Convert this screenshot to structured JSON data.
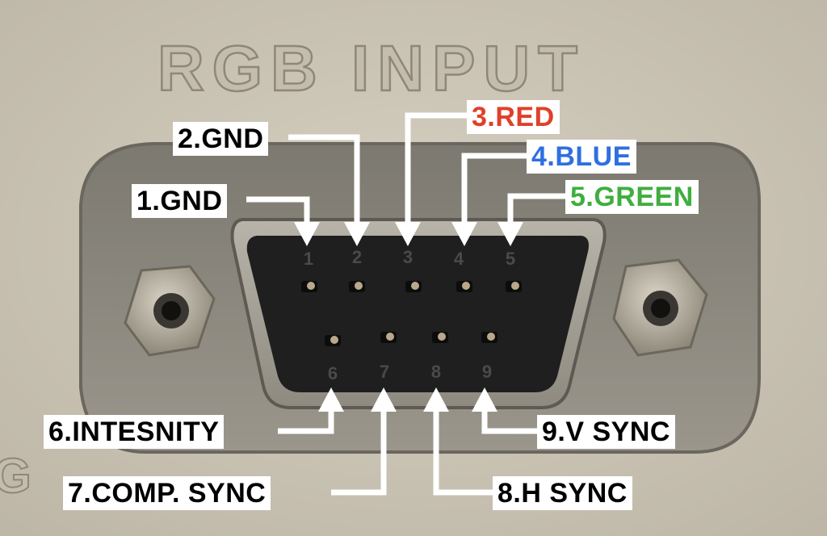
{
  "panel": {
    "embossed_title": "RGB INPUT",
    "embossed_side_text": "G"
  },
  "connector": {
    "type": "DE-9",
    "top_row_numbers": [
      "1",
      "2",
      "3",
      "4",
      "5"
    ],
    "bottom_row_numbers": [
      "6",
      "7",
      "8",
      "9"
    ]
  },
  "pins": [
    {
      "label": "1.GND",
      "color": "#000000"
    },
    {
      "label": "2.GND",
      "color": "#000000"
    },
    {
      "label": "3.RED",
      "color": "#e0402a"
    },
    {
      "label": "4.BLUE",
      "color": "#2f6fe0"
    },
    {
      "label": "5.GREEN",
      "color": "#3fae3f"
    },
    {
      "label": "6.INTESNITY",
      "color": "#000000"
    },
    {
      "label": "7.COMP. SYNC",
      "color": "#000000"
    },
    {
      "label": "8.H SYNC",
      "color": "#000000"
    },
    {
      "label": "9.V SYNC",
      "color": "#000000"
    }
  ],
  "colors": {
    "panel": "#c9c3b4",
    "recess": "#8b887f",
    "connector_face": "#1f1f1f",
    "arrow": "#ffffff"
  }
}
